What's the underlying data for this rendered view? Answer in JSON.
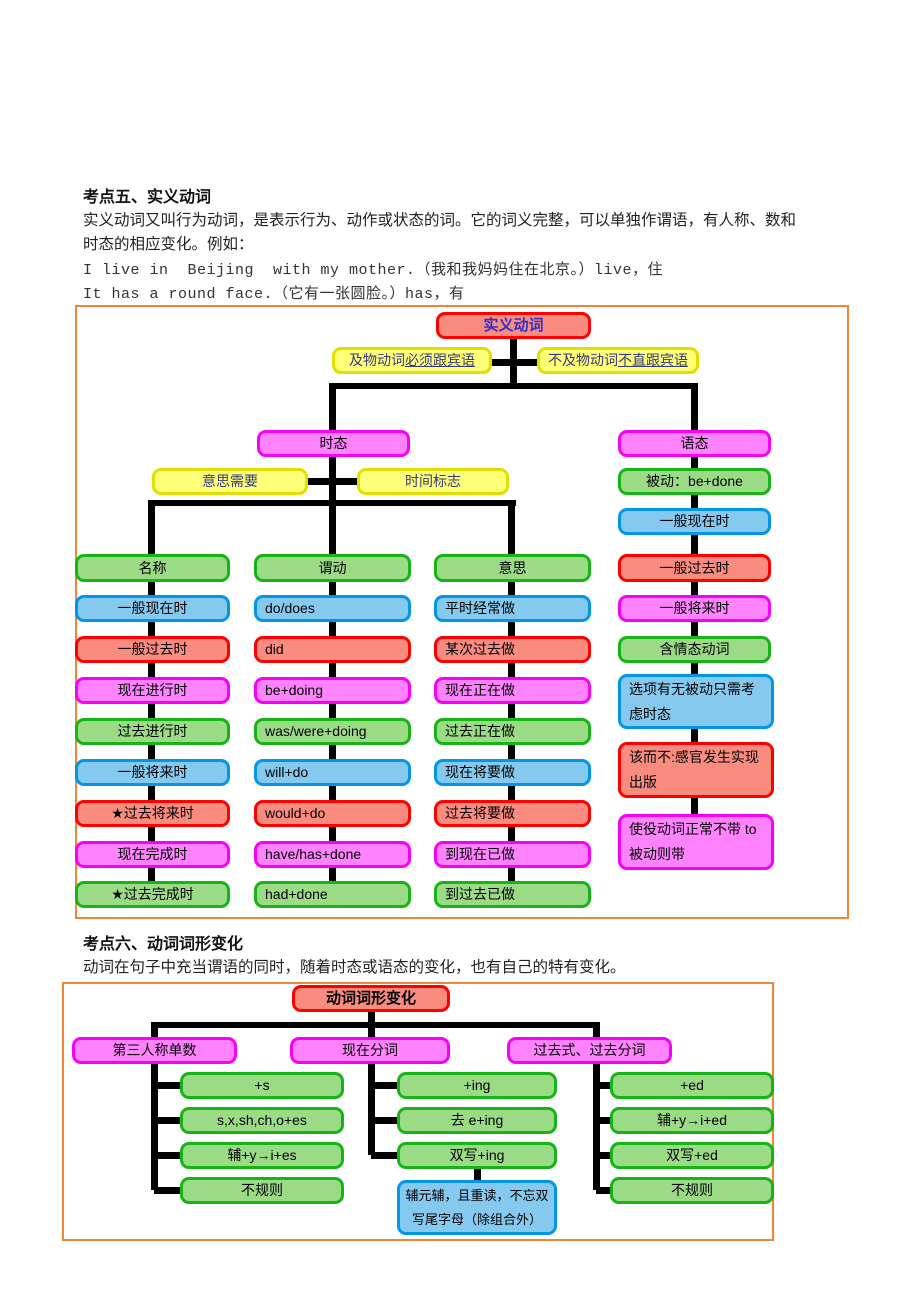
{
  "colors": {
    "chart_border": "#F0853A",
    "red_fill": "#F98C7F",
    "red_border": "#FE0000",
    "yellow_fill": "#FFFF78",
    "yellow_border": "#E0E000",
    "magenta_fill": "#FF82FE",
    "magenta_border": "#F800F8",
    "green_fill": "#9BDB86",
    "green_border": "#17B417",
    "blue_fill": "#85C9EF",
    "blue_border": "#0296E7",
    "connector": "#000000",
    "root_title_text": "#2E2EC9",
    "yellow_box_text": "#333A78"
  },
  "section1": {
    "heading": "考点五、实义动词",
    "body_line1": "实义动词又叫行为动词，是表示行为、动作或状态的词。它的词义完整，可以单独作谓语，有人称、数和",
    "body_line2": "时态的相应变化。例如：",
    "example1": "I live in  Beijing  with my mother.（我和我妈妈住在北京。）live，住",
    "example2": "It has a round face.（它有一张圆脸。）has，有"
  },
  "chart1": {
    "root": "实义动词",
    "transitive_prefix": "及物动词",
    "transitive_underlined": "必须跟宾语",
    "intransitive_prefix": "不及物动词",
    "intransitive_underlined": "不直跟宾语",
    "tense": "时态",
    "voice": "语态",
    "meaning_need": "意思需要",
    "time_marker": "时间标志",
    "col_headers": [
      "名称",
      "谓动",
      "意思"
    ],
    "names": [
      "一般现在时",
      "一般过去时",
      "现在进行时",
      "过去进行时",
      "一般将来时",
      "★过去将来时",
      "现在完成时",
      "★过去完成时"
    ],
    "forms": [
      "do/does",
      "did",
      "be+doing",
      "was/were+doing",
      "will+do",
      "would+do",
      "have/has+done",
      "had+done"
    ],
    "meanings": [
      "平时经常做",
      "某次过去做",
      "现在正在做",
      "过去正在做",
      "现在将要做",
      "过去将要做",
      "到现在已做",
      "到过去已做"
    ],
    "voice_items": [
      "被动：be+done",
      "一般现在时",
      "一般过去时",
      "一般将来时",
      "含情态动词",
      "选项有无被动只需考虑时态",
      "该而不:感官发生实现出版",
      "使役动词正常不带 to 被动则带"
    ]
  },
  "section2": {
    "heading": "考点六、动词词形变化",
    "body": "动词在句子中充当谓语的同时，随着时态或语态的变化，也有自己的特有变化。"
  },
  "chart2": {
    "root": "动词词形变化",
    "branches": [
      "第三人称单数",
      "现在分词",
      "过去式、过去分词"
    ],
    "third_person_rules": [
      "+s",
      "s,x,sh,ch,o+es",
      "辅+y→i+es",
      "不规则"
    ],
    "ing_rules": [
      "+ing",
      "去 e+ing",
      "双写+ing"
    ],
    "ing_note": "辅元辅，且重读，不忘双写尾字母（除组合外）",
    "ed_rules": [
      "+ed",
      "辅+y→i+ed",
      "双写+ed",
      "不规则"
    ]
  }
}
